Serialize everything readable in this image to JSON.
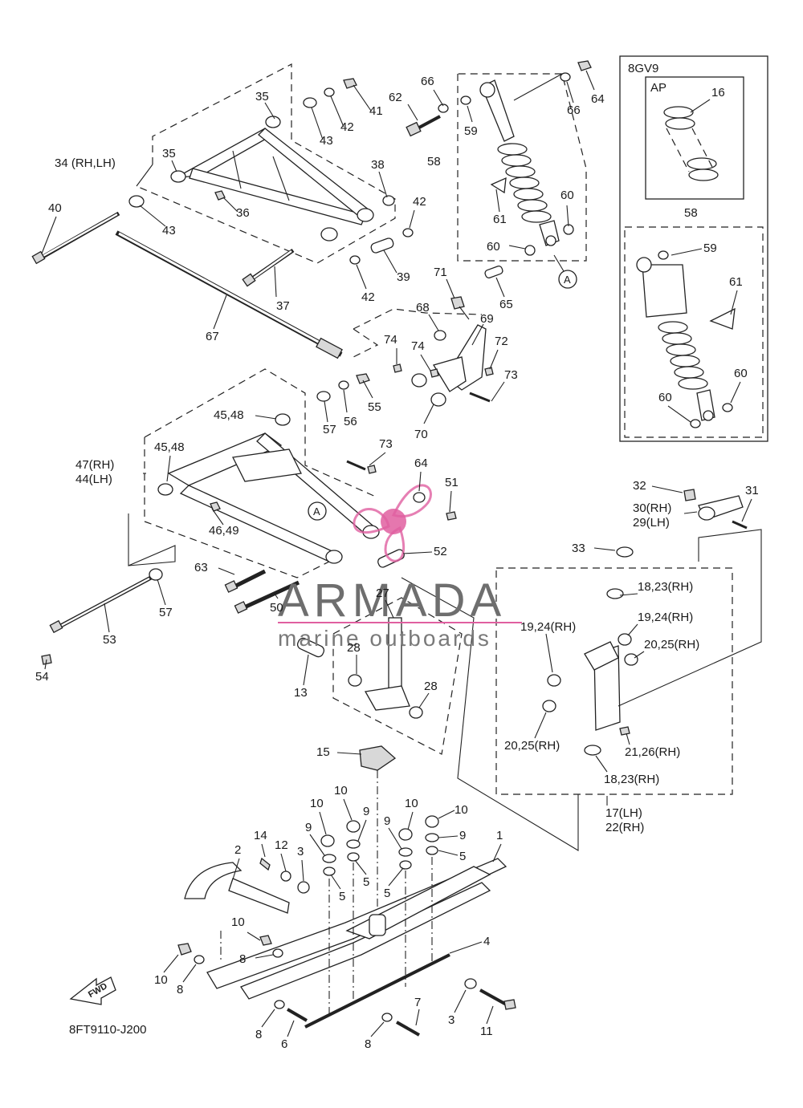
{
  "diagram": {
    "code": "8FT9110-J200",
    "fwd_label": "FWD",
    "variant_box_label": "8GV9",
    "variant_sub_label": "AP",
    "ref_marker": "A",
    "watermark": {
      "brand": "ARMADA",
      "tagline": "marine outboards",
      "accent_color": "#e05fa0"
    },
    "callouts": [
      {
        "id": "c35a",
        "text": "35"
      },
      {
        "id": "c41",
        "text": "41"
      },
      {
        "id": "c42a",
        "text": "42"
      },
      {
        "id": "c43a",
        "text": "43"
      },
      {
        "id": "c34",
        "text": "34 (RH,LH)"
      },
      {
        "id": "c35b",
        "text": "35"
      },
      {
        "id": "c38",
        "text": "38"
      },
      {
        "id": "c36",
        "text": "36"
      },
      {
        "id": "c40",
        "text": "40"
      },
      {
        "id": "c43b",
        "text": "43"
      },
      {
        "id": "c42b",
        "text": "42"
      },
      {
        "id": "c39",
        "text": "39"
      },
      {
        "id": "c42c",
        "text": "42"
      },
      {
        "id": "c37",
        "text": "37"
      },
      {
        "id": "c67",
        "text": "67"
      },
      {
        "id": "c62",
        "text": "62"
      },
      {
        "id": "c66a",
        "text": "66"
      },
      {
        "id": "c59a",
        "text": "59"
      },
      {
        "id": "c66b",
        "text": "66"
      },
      {
        "id": "c64a",
        "text": "64"
      },
      {
        "id": "c58a",
        "text": "58"
      },
      {
        "id": "c60a",
        "text": "60"
      },
      {
        "id": "c61a",
        "text": "61"
      },
      {
        "id": "c60b",
        "text": "60"
      },
      {
        "id": "c65",
        "text": "65"
      },
      {
        "id": "c71",
        "text": "71"
      },
      {
        "id": "c68",
        "text": "68"
      },
      {
        "id": "c69",
        "text": "69"
      },
      {
        "id": "c74a",
        "text": "74"
      },
      {
        "id": "c74b",
        "text": "74"
      },
      {
        "id": "c72",
        "text": "72"
      },
      {
        "id": "c73a",
        "text": "73"
      },
      {
        "id": "c70",
        "text": "70"
      },
      {
        "id": "c4548a",
        "text": "45,48"
      },
      {
        "id": "c57a",
        "text": "57"
      },
      {
        "id": "c56",
        "text": "56"
      },
      {
        "id": "c55",
        "text": "55"
      },
      {
        "id": "c4548b",
        "text": "45,48"
      },
      {
        "id": "c47",
        "text": "47(RH)"
      },
      {
        "id": "c44",
        "text": "44(LH)"
      },
      {
        "id": "c73b",
        "text": "73"
      },
      {
        "id": "c64b",
        "text": "64"
      },
      {
        "id": "c51",
        "text": "51"
      },
      {
        "id": "c4649",
        "text": "46,49"
      },
      {
        "id": "c52",
        "text": "52"
      },
      {
        "id": "c63",
        "text": "63"
      },
      {
        "id": "c57b",
        "text": "57"
      },
      {
        "id": "c50",
        "text": "50"
      },
      {
        "id": "c27",
        "text": "27"
      },
      {
        "id": "c53",
        "text": "53"
      },
      {
        "id": "c54",
        "text": "54"
      },
      {
        "id": "c28a",
        "text": "28"
      },
      {
        "id": "c28b",
        "text": "28"
      },
      {
        "id": "c13",
        "text": "13"
      },
      {
        "id": "c15",
        "text": "15"
      },
      {
        "id": "c16",
        "text": "16"
      },
      {
        "id": "c58b",
        "text": "58"
      },
      {
        "id": "c59b",
        "text": "59"
      },
      {
        "id": "c61b",
        "text": "61"
      },
      {
        "id": "c60c",
        "text": "60"
      },
      {
        "id": "c60d",
        "text": "60"
      },
      {
        "id": "c32",
        "text": "32"
      },
      {
        "id": "c31",
        "text": "31"
      },
      {
        "id": "c30",
        "text": "30(RH)"
      },
      {
        "id": "c29",
        "text": "29(LH)"
      },
      {
        "id": "c33",
        "text": "33"
      },
      {
        "id": "c1823a",
        "text": "18,23(RH)"
      },
      {
        "id": "c1924a",
        "text": "19,24(RH)"
      },
      {
        "id": "c1924b",
        "text": "19,24(RH)"
      },
      {
        "id": "c2025a",
        "text": "20,25(RH)"
      },
      {
        "id": "c2025b",
        "text": "20,25(RH)"
      },
      {
        "id": "c2126",
        "text": "21,26(RH)"
      },
      {
        "id": "c1823b",
        "text": "18,23(RH)"
      },
      {
        "id": "c17",
        "text": "17(LH)"
      },
      {
        "id": "c22",
        "text": "22(RH)"
      },
      {
        "id": "c10a",
        "text": "10"
      },
      {
        "id": "c10b",
        "text": "10"
      },
      {
        "id": "c10c",
        "text": "10"
      },
      {
        "id": "c10d",
        "text": "10"
      },
      {
        "id": "c9a",
        "text": "9"
      },
      {
        "id": "c9b",
        "text": "9"
      },
      {
        "id": "c9c",
        "text": "9"
      },
      {
        "id": "c9d",
        "text": "9"
      },
      {
        "id": "c5a",
        "text": "5"
      },
      {
        "id": "c5b",
        "text": "5"
      },
      {
        "id": "c5c",
        "text": "5"
      },
      {
        "id": "c5d",
        "text": "5"
      },
      {
        "id": "c14",
        "text": "14"
      },
      {
        "id": "c12",
        "text": "12"
      },
      {
        "id": "c3a",
        "text": "3"
      },
      {
        "id": "c2",
        "text": "2"
      },
      {
        "id": "c1",
        "text": "1"
      },
      {
        "id": "c4",
        "text": "4"
      },
      {
        "id": "c10e",
        "text": "10"
      },
      {
        "id": "c8a",
        "text": "8"
      },
      {
        "id": "c10f",
        "text": "10"
      },
      {
        "id": "c8b",
        "text": "8"
      },
      {
        "id": "c8c",
        "text": "8"
      },
      {
        "id": "c6",
        "text": "6"
      },
      {
        "id": "c8d",
        "text": "8"
      },
      {
        "id": "c7",
        "text": "7"
      },
      {
        "id": "c3b",
        "text": "3"
      },
      {
        "id": "c11",
        "text": "11"
      }
    ]
  }
}
